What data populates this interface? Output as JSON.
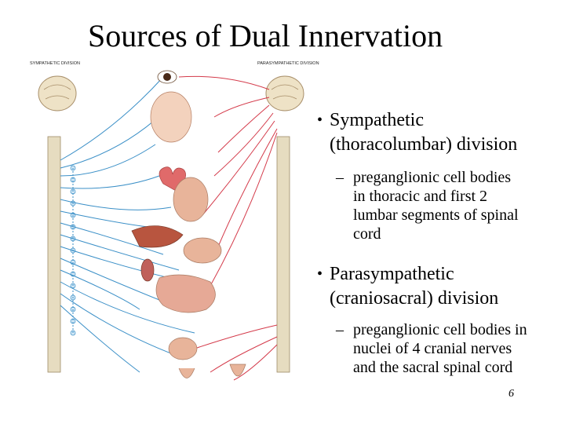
{
  "slide": {
    "title": "Sources of Dual Innervation",
    "page_number": "6"
  },
  "bullets": [
    {
      "text_line1": "Sympathetic",
      "text_line2": "(thoracolumbar) division",
      "sub": {
        "marker": "–",
        "lines": [
          "preganglionic  cell bodies",
          "in thoracic and first 2",
          "lumbar segments of spinal",
          "cord"
        ]
      }
    },
    {
      "text_line1": "Parasympathetic",
      "text_line2": "(craniosacral) division",
      "sub": {
        "marker": "–",
        "lines": [
          "preganglionic cell bodies in",
          "nuclei of 4 cranial nerves",
          "and the sacral spinal cord"
        ]
      }
    }
  ],
  "figure": {
    "label_left": "SYMPATHETIC DIVISION",
    "label_right": "PARASYMPATHETIC DIVISION",
    "colors": {
      "sympathetic": "#3a8fc7",
      "parasympathetic": "#d43a4a",
      "organ": "#e8b49a",
      "cord": "#e6dcc0"
    }
  }
}
